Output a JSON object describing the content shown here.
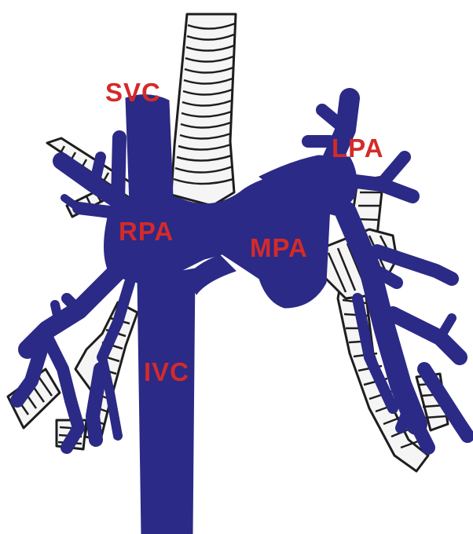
{
  "labels": {
    "svc": "SVC",
    "lpa": "LPA",
    "rpa": "RPA",
    "mpa": "MPA",
    "ivc": "IVC"
  },
  "colors": {
    "vessel": "#2b2a86",
    "label": "#d42a2a",
    "airway_fill": "#f4f5f4",
    "airway_ring": "#1e1e1e"
  }
}
